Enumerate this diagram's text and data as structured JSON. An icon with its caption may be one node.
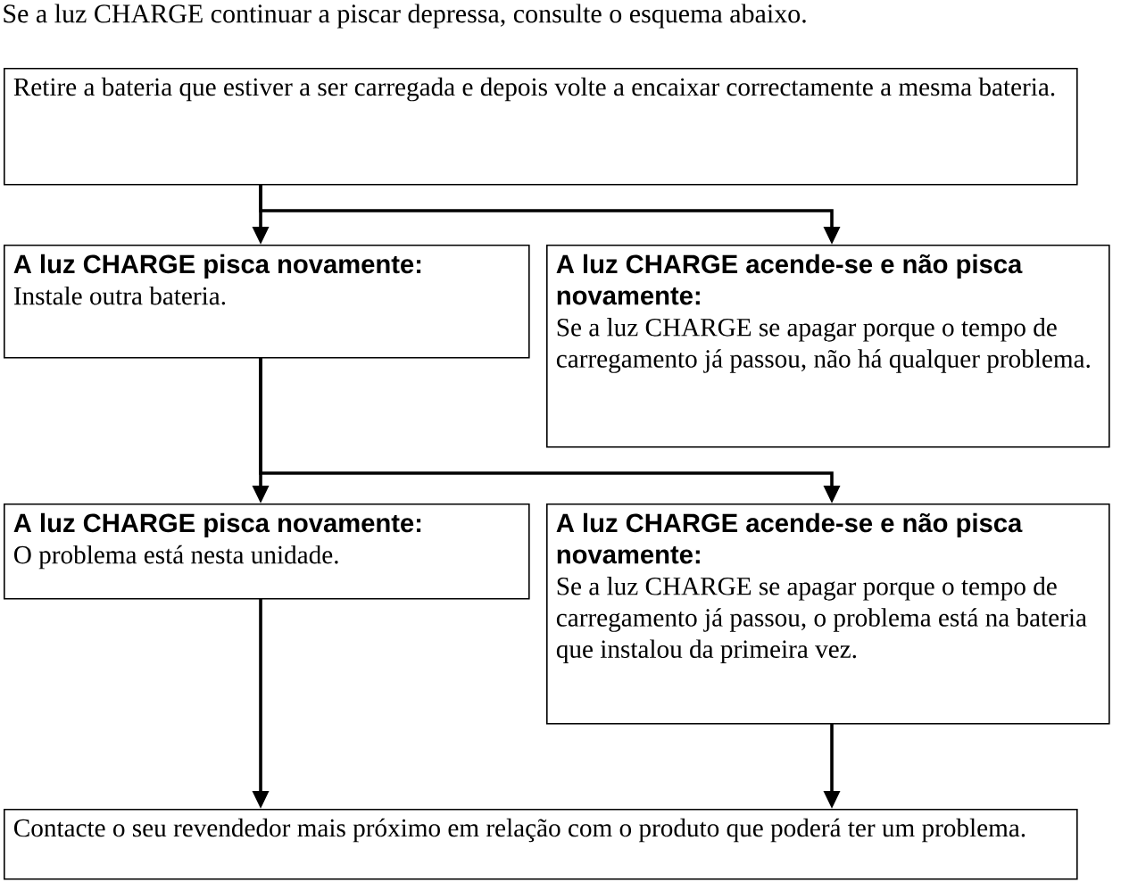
{
  "diagram": {
    "title": "Se a luz CHARGE continuar a piscar depressa, consulte o esquema abaixo.",
    "nodes": [
      {
        "text": [
          "Retire a bateria que estiver a ser carregada e depois volte a encaixar correctamente a mesma bateria."
        ]
      },
      {
        "text": [
          "A luz CHARGE pisca novamente:",
          "Instale outra bateria."
        ]
      },
      {
        "text": [
          "A luz CHARGE acende-se e não pisca novamente:",
          "Se a luz CHARGE se apagar porque o tempo de carregamento já passou, não há qualquer problema."
        ]
      },
      {
        "text": [
          "A luz CHARGE pisca novamente:",
          "O problema está nesta unidade."
        ]
      },
      {
        "text": [
          "A luz CHARGE acende-se e não pisca novamente:",
          "Se a luz CHARGE se apagar porque o tempo de carregamento já passou, o problema está na bateria que instalou da primeira vez."
        ]
      },
      {
        "text": [
          "Contacte o seu revendedor mais próximo em relação com o produto que poderá ter um problema."
        ]
      }
    ],
    "edges": [
      {
        "from": 0,
        "to": 1,
        "arrow": "to"
      },
      {
        "from": 0,
        "to": 2,
        "arrow": "to"
      },
      {
        "from": 1,
        "to": 3,
        "arrow": "to"
      },
      {
        "from": 1,
        "to": 4,
        "arrow": "to"
      },
      {
        "from": 3,
        "to": 5,
        "arrow": "to"
      },
      {
        "from": 4,
        "to": 5,
        "arrow": "to"
      }
    ]
  }
}
